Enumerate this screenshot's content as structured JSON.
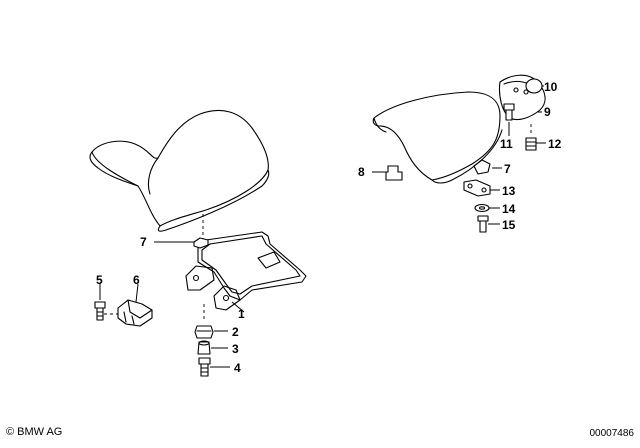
{
  "callouts": {
    "p1": "1",
    "p2": "2",
    "p3": "3",
    "p4": "4",
    "p5": "5",
    "p6": "6",
    "p7a": "7",
    "p7b": "7",
    "p8": "8",
    "p9": "9",
    "p10": "10",
    "p11": "11",
    "p12": "12",
    "p13": "13",
    "p14": "14",
    "p15": "15"
  },
  "footer": {
    "copyright_icon": "©",
    "company": "BMW AG",
    "diagram_number": "00007486"
  }
}
